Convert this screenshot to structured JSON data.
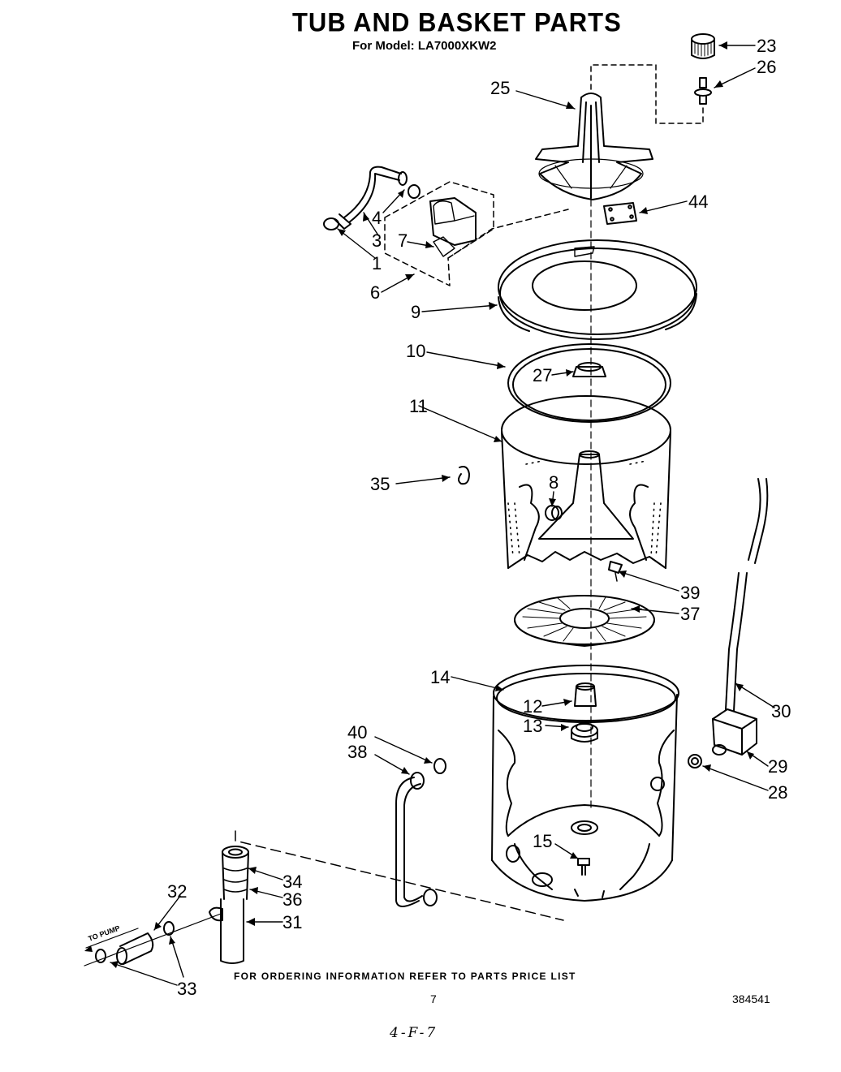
{
  "header": {
    "title": "TUB AND BASKET PARTS",
    "model_line": "For Model: LA7000XKW2"
  },
  "footer": {
    "ordering_note": "FOR ORDERING INFORMATION REFER TO PARTS PRICE LIST",
    "page_number": "7",
    "document_number": "384541",
    "handwritten_note": "4-F-7"
  },
  "diagram": {
    "to_pump_label": "TO PUMP",
    "callouts": [
      "23",
      "26",
      "25",
      "44",
      "4",
      "3",
      "7",
      "1",
      "6",
      "9",
      "10",
      "27",
      "11",
      "35",
      "8",
      "39",
      "37",
      "14",
      "12",
      "13",
      "30",
      "29",
      "28",
      "40",
      "38",
      "15",
      "32",
      "34",
      "36",
      "31",
      "33"
    ]
  }
}
